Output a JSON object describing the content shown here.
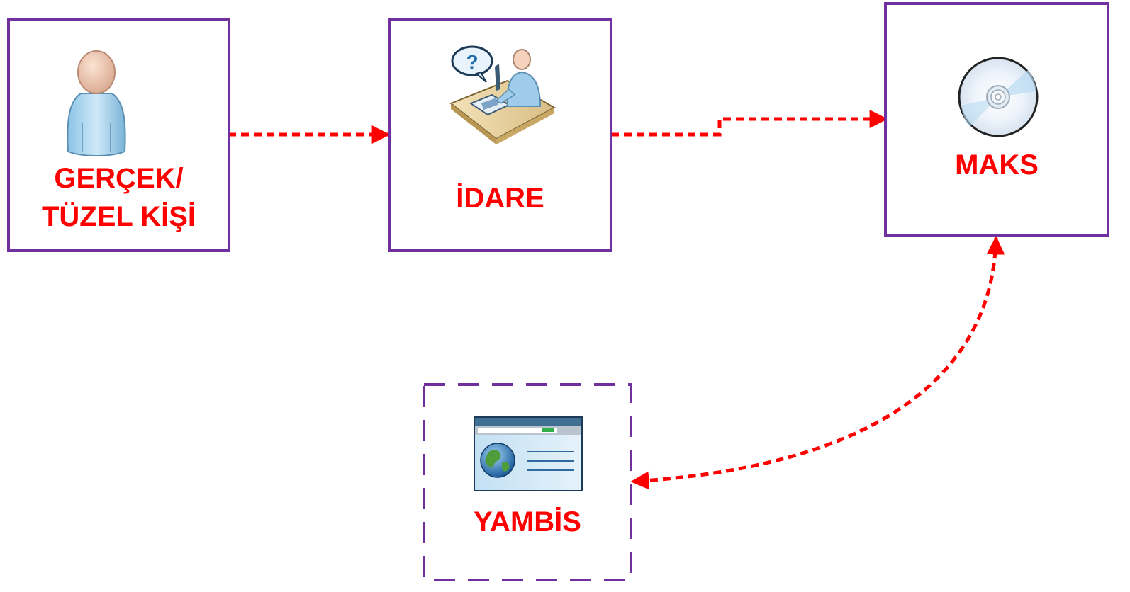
{
  "colors": {
    "border": "#7030A0",
    "label": "#FF0000",
    "connector": "#FF0000"
  },
  "nodes": {
    "person": {
      "label_line1": "GERÇEK/",
      "label_line2": "TÜZEL KİŞİ",
      "icon": "person-icon"
    },
    "office": {
      "label": "İDARE",
      "icon": "help-desk-icon"
    },
    "maks": {
      "label": "MAKS",
      "icon": "disc-icon"
    },
    "yambis": {
      "label": "YAMBİS",
      "icon": "web-page-icon"
    }
  },
  "connectors": [
    {
      "from": "person",
      "to": "office",
      "style": "dashed",
      "direction": "forward"
    },
    {
      "from": "office",
      "to": "maks",
      "style": "dashed",
      "direction": "forward"
    },
    {
      "from": "maks",
      "to": "yambis",
      "style": "dashed",
      "direction": "both"
    }
  ]
}
